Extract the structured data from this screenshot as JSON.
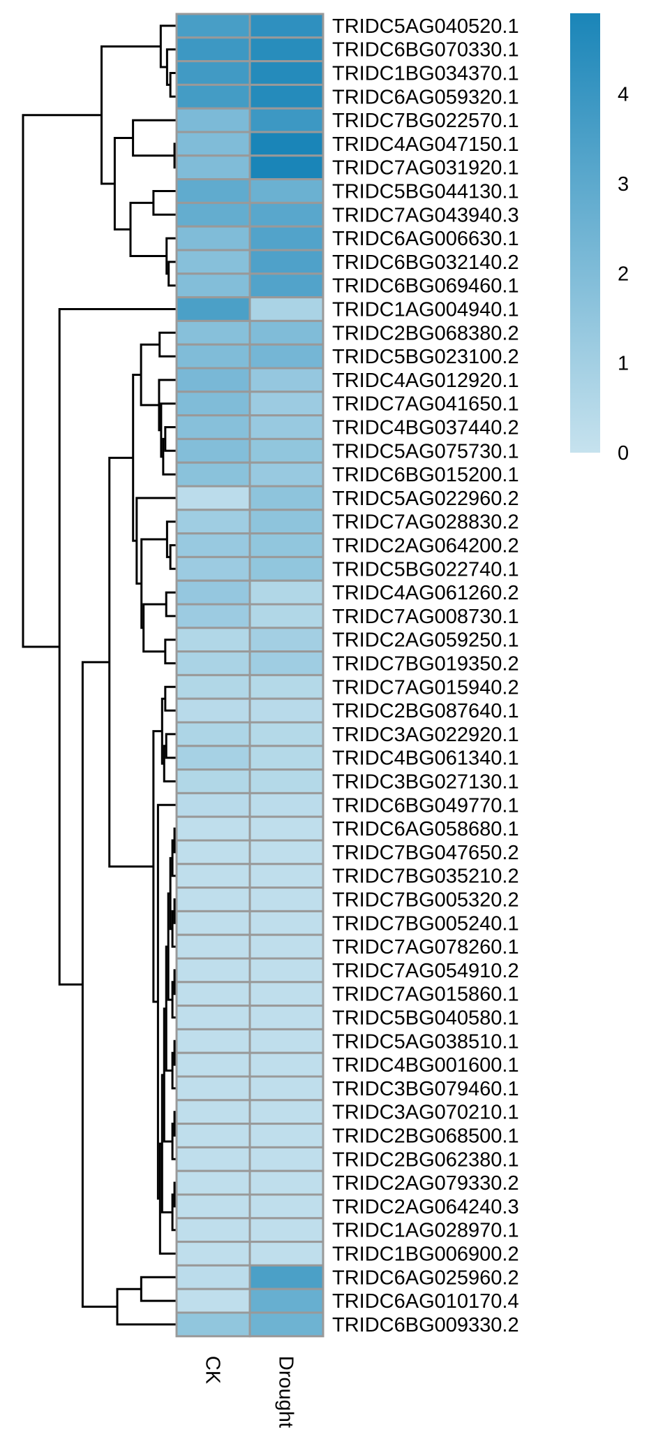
{
  "chart_data": {
    "type": "heatmap",
    "columns": [
      "CK",
      "Drought"
    ],
    "rows": [
      {
        "name": "TRIDC5AG040520.1",
        "values": [
          3.6,
          4.3
        ]
      },
      {
        "name": "TRIDC6BG070330.1",
        "values": [
          3.9,
          4.5
        ]
      },
      {
        "name": "TRIDC1BG034370.1",
        "values": [
          3.8,
          4.6
        ]
      },
      {
        "name": "TRIDC6AG059320.1",
        "values": [
          3.7,
          4.6
        ]
      },
      {
        "name": "TRIDC7BG022570.1",
        "values": [
          2.1,
          3.9
        ]
      },
      {
        "name": "TRIDC4AG047150.1",
        "values": [
          2.0,
          4.9
        ]
      },
      {
        "name": "TRIDC7AG031920.1",
        "values": [
          2.0,
          4.9
        ]
      },
      {
        "name": "TRIDC5BG044130.1",
        "values": [
          2.9,
          2.6
        ]
      },
      {
        "name": "TRIDC7AG043940.3",
        "values": [
          2.8,
          3.1
        ]
      },
      {
        "name": "TRIDC6AG006630.1",
        "values": [
          2.0,
          3.3
        ]
      },
      {
        "name": "TRIDC6BG032140.2",
        "values": [
          1.8,
          3.4
        ]
      },
      {
        "name": "TRIDC6BG069460.1",
        "values": [
          1.9,
          3.3
        ]
      },
      {
        "name": "TRIDC1AG004940.1",
        "values": [
          3.5,
          0.8
        ]
      },
      {
        "name": "TRIDC2BG068380.2",
        "values": [
          1.8,
          2.0
        ]
      },
      {
        "name": "TRIDC5BG023100.2",
        "values": [
          2.0,
          2.3
        ]
      },
      {
        "name": "TRIDC4AG012920.1",
        "values": [
          2.2,
          1.4
        ]
      },
      {
        "name": "TRIDC7AG041650.1",
        "values": [
          2.0,
          1.2
        ]
      },
      {
        "name": "TRIDC4BG037440.2",
        "values": [
          1.8,
          1.3
        ]
      },
      {
        "name": "TRIDC5AG075730.1",
        "values": [
          1.9,
          1.5
        ]
      },
      {
        "name": "TRIDC6BG015200.1",
        "values": [
          1.7,
          1.3
        ]
      },
      {
        "name": "TRIDC5AG022960.2",
        "values": [
          0.3,
          1.6
        ]
      },
      {
        "name": "TRIDC7AG028830.2",
        "values": [
          1.1,
          1.6
        ]
      },
      {
        "name": "TRIDC2AG064200.2",
        "values": [
          1.3,
          1.5
        ]
      },
      {
        "name": "TRIDC5BG022740.1",
        "values": [
          1.2,
          1.5
        ]
      },
      {
        "name": "TRIDC4AG061260.2",
        "values": [
          1.4,
          0.6
        ]
      },
      {
        "name": "TRIDC7AG008730.1",
        "values": [
          1.2,
          0.6
        ]
      },
      {
        "name": "TRIDC2AG059250.1",
        "values": [
          0.6,
          1.0
        ]
      },
      {
        "name": "TRIDC7BG019350.2",
        "values": [
          0.8,
          1.1
        ]
      },
      {
        "name": "TRIDC7AG015940.2",
        "values": [
          0.6,
          0.5
        ]
      },
      {
        "name": "TRIDC2BG087640.1",
        "values": [
          0.4,
          0.4
        ]
      },
      {
        "name": "TRIDC3AG022920.1",
        "values": [
          0.7,
          0.5
        ]
      },
      {
        "name": "TRIDC4BG061340.1",
        "values": [
          0.9,
          0.5
        ]
      },
      {
        "name": "TRIDC3BG027130.1",
        "values": [
          0.6,
          0.5
        ]
      },
      {
        "name": "TRIDC6BG049770.1",
        "values": [
          0.4,
          0.3
        ]
      },
      {
        "name": "TRIDC6AG058680.1",
        "values": [
          0.2,
          0.2
        ]
      },
      {
        "name": "TRIDC7BG047650.2",
        "values": [
          0.2,
          0.2
        ]
      },
      {
        "name": "TRIDC7BG035210.2",
        "values": [
          0.2,
          0.2
        ]
      },
      {
        "name": "TRIDC7BG005320.2",
        "values": [
          0.2,
          0.2
        ]
      },
      {
        "name": "TRIDC7BG005240.1",
        "values": [
          0.2,
          0.2
        ]
      },
      {
        "name": "TRIDC7AG078260.1",
        "values": [
          0.2,
          0.2
        ]
      },
      {
        "name": "TRIDC7AG054910.2",
        "values": [
          0.2,
          0.2
        ]
      },
      {
        "name": "TRIDC7AG015860.1",
        "values": [
          0.2,
          0.2
        ]
      },
      {
        "name": "TRIDC5BG040580.1",
        "values": [
          0.2,
          0.2
        ]
      },
      {
        "name": "TRIDC5AG038510.1",
        "values": [
          0.2,
          0.2
        ]
      },
      {
        "name": "TRIDC4BG001600.1",
        "values": [
          0.2,
          0.2
        ]
      },
      {
        "name": "TRIDC3BG079460.1",
        "values": [
          0.2,
          0.2
        ]
      },
      {
        "name": "TRIDC3AG070210.1",
        "values": [
          0.2,
          0.2
        ]
      },
      {
        "name": "TRIDC2BG068500.1",
        "values": [
          0.2,
          0.2
        ]
      },
      {
        "name": "TRIDC2BG062380.1",
        "values": [
          0.2,
          0.2
        ]
      },
      {
        "name": "TRIDC2AG079330.2",
        "values": [
          0.2,
          0.2
        ]
      },
      {
        "name": "TRIDC2AG064240.3",
        "values": [
          0.2,
          0.2
        ]
      },
      {
        "name": "TRIDC1AG028970.1",
        "values": [
          0.2,
          0.2
        ]
      },
      {
        "name": "TRIDC1BG006900.2",
        "values": [
          0.2,
          0.2
        ]
      },
      {
        "name": "TRIDC6AG025960.2",
        "values": [
          0.3,
          3.5
        ]
      },
      {
        "name": "TRIDC6AG010170.4",
        "values": [
          0.2,
          2.7
        ]
      },
      {
        "name": "TRIDC6BG009330.2",
        "values": [
          1.5,
          2.5
        ]
      }
    ],
    "color_scale": {
      "min": 0,
      "max": 4.9,
      "low_color": "#c6e2ee",
      "high_color": "#1a85b8",
      "ticks": [
        0,
        1,
        2,
        3,
        4
      ]
    }
  }
}
